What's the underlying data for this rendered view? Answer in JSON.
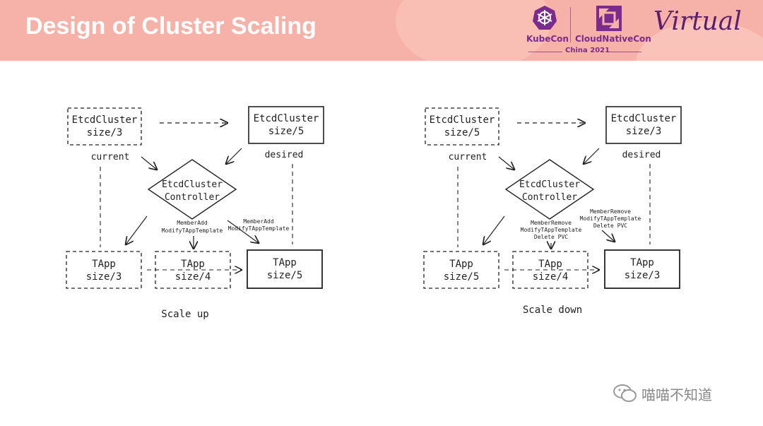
{
  "header": {
    "title": "Design of Cluster Scaling",
    "kubecon_label": "KubeCon",
    "cncf_label": "CloudNativeCon",
    "event_label": "China 2021",
    "virtual_label": "Virtual",
    "colors": {
      "banner": "#f6b2a8",
      "brand_purple": "#7a2b8c"
    }
  },
  "scale_up": {
    "current_box": {
      "line1": "EtcdCluster",
      "line2": "size/3",
      "caption": "current"
    },
    "desired_box": {
      "line1": "EtcdCluster",
      "line2": "size/5",
      "caption": "desired"
    },
    "controller": {
      "line1": "EtcdCluster",
      "line2": "Controller"
    },
    "action_left": {
      "line1": "MemberAdd",
      "line2": "ModifyTAppTemplate"
    },
    "action_right": {
      "line1": "MemberAdd",
      "line2": "ModifyTAppTemplate"
    },
    "tapps": [
      {
        "line1": "TApp",
        "line2": "size/3"
      },
      {
        "line1": "TApp",
        "line2": "size/4"
      },
      {
        "line1": "TApp",
        "line2": "size/5"
      }
    ],
    "caption": "Scale up"
  },
  "scale_down": {
    "current_box": {
      "line1": "EtcdCluster",
      "line2": "size/5",
      "caption": "current"
    },
    "desired_box": {
      "line1": "EtcdCluster",
      "line2": "size/3",
      "caption": "desired"
    },
    "controller": {
      "line1": "EtcdCluster",
      "line2": "Controller"
    },
    "action_left": {
      "line1": "MemberRemove",
      "line2": "ModifyTAppTemplate",
      "line3": "Delete PVC"
    },
    "action_right": {
      "line1": "MemberRemove",
      "line2": "ModifyTAppTemplate",
      "line3": "Delete PVC"
    },
    "tapps": [
      {
        "line1": "TApp",
        "line2": "size/5"
      },
      {
        "line1": "TApp",
        "line2": "size/4"
      },
      {
        "line1": "TApp",
        "line2": "size/3"
      }
    ],
    "caption": "Scale down"
  },
  "watermark": {
    "text": "喵喵不知道",
    "icon": "wechat-icon"
  }
}
